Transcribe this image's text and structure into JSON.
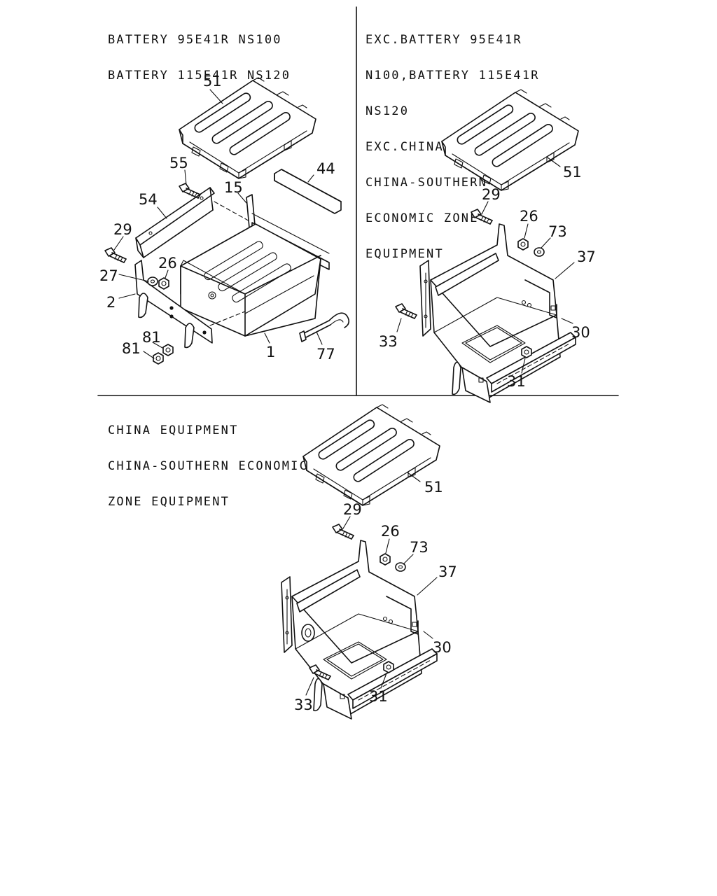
{
  "panels": {
    "top_left": {
      "caption": [
        "BATTERY 95E41R NS100",
        "BATTERY 115E41R NS120"
      ],
      "callouts": [
        "51",
        "55",
        "44",
        "15",
        "54",
        "29",
        "26",
        "27",
        "2",
        "81",
        "81",
        "1",
        "77"
      ]
    },
    "top_right": {
      "caption": [
        "EXC.BATTERY 95E41R",
        "N100,BATTERY 115E41R",
        "NS120",
        "EXC.CHINA EQUIPMENT,",
        "CHINA-SOUTHERN",
        "ECONOMIC ZONE",
        "EQUIPMENT"
      ],
      "callouts": [
        "51",
        "29",
        "26",
        "73",
        "37",
        "33",
        "30",
        "31"
      ]
    },
    "bottom": {
      "caption": [
        "CHINA EQUIPMENT",
        "CHINA-SOUTHERN ECONOMIC",
        "ZONE EQUIPMENT"
      ],
      "callouts": [
        "51",
        "29",
        "26",
        "73",
        "37",
        "30",
        "33",
        "31"
      ]
    }
  }
}
